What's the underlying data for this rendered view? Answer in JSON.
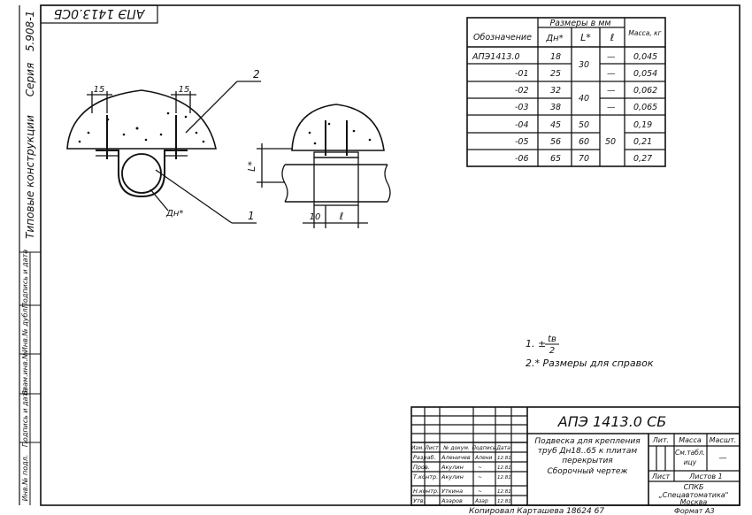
{
  "stamp_top": "АПЭ 1413.0СБ",
  "series": "Серия",
  "series_no": "5.908-1",
  "title_side": "Типовые конструкции",
  "side_cells": [
    "Инв.№ подл.",
    "Подпись и дата",
    "Взам.инв.№",
    "Инв.№ дубл.",
    "Подпись и дата"
  ],
  "drawing": {
    "dim_15a": "15",
    "dim_15b": "15",
    "callout_2": "2",
    "callout_1": "1",
    "dn_label": "Дн*",
    "l_label": "L*",
    "dim_10": "10",
    "dim_l": "ℓ"
  },
  "table": {
    "group_header": "Размеры в мм",
    "col_designation": "Обозначение",
    "col_dn": "Дн*",
    "col_L": "L*",
    "col_l": "ℓ",
    "col_mass": "Масса, кг",
    "rows": [
      {
        "designation": "АПЭ1413.0",
        "dn": "18",
        "mass": "0,045"
      },
      {
        "designation": "-01",
        "dn": "25",
        "mass": "0,054"
      },
      {
        "designation": "-02",
        "dn": "32",
        "mass": "0,062"
      },
      {
        "designation": "-03",
        "dn": "38",
        "mass": "0,065"
      },
      {
        "designation": "-04",
        "dn": "45",
        "mass": "0,19"
      },
      {
        "designation": "-05",
        "dn": "56",
        "mass": "0,21"
      },
      {
        "designation": "-06",
        "dn": "65",
        "mass": "0,27"
      }
    ],
    "L_groups": [
      "30",
      "40",
      "50",
      "60",
      "70"
    ],
    "l_dash": "—",
    "l_value": "50"
  },
  "notes": {
    "n1_prefix": "1. ±",
    "n1_num": "tв",
    "n1_den": "2",
    "n2": "2.* Размеры для справок"
  },
  "title_block": {
    "doc_no": "АПЭ 1413.0 СБ",
    "name_lines": [
      "Подвеска для крепления",
      "труб Дн18..65 к плитам",
      "перекрытия",
      "Сборочный чертеж"
    ],
    "lit": "Лит.",
    "mass": "Масса",
    "scale": "Масшт.",
    "mass_value": "См.табл.",
    "mass_value2": "ицу",
    "scale_value": "—",
    "sheet": "Лист",
    "sheets": "Листов 1",
    "org_lines": [
      "СПКБ",
      "„Спецавтоматика\"",
      "Москва"
    ],
    "header_cells": [
      "Изм.",
      "Лист",
      "№ докум.",
      "Подпись",
      "Дата"
    ],
    "people": [
      {
        "role": "Разраб.",
        "name": "Аленичев",
        "sign": "Алени",
        "date": "12.81"
      },
      {
        "role": "Пров.",
        "name": "Акулин",
        "sign": "~",
        "date": "12.81"
      },
      {
        "role": "Т.контр.",
        "name": "Акулин",
        "sign": "~",
        "date": "12.81"
      },
      {
        "role": "Н.контр.",
        "name": "Уткина",
        "sign": "~",
        "date": "12.81"
      },
      {
        "role": "Утв.",
        "name": "Азаров",
        "sign": "Азар",
        "date": "12.81"
      }
    ]
  },
  "footer_copy": "Копировал  Карташева   18624   67",
  "footer_format": "Формат А3"
}
